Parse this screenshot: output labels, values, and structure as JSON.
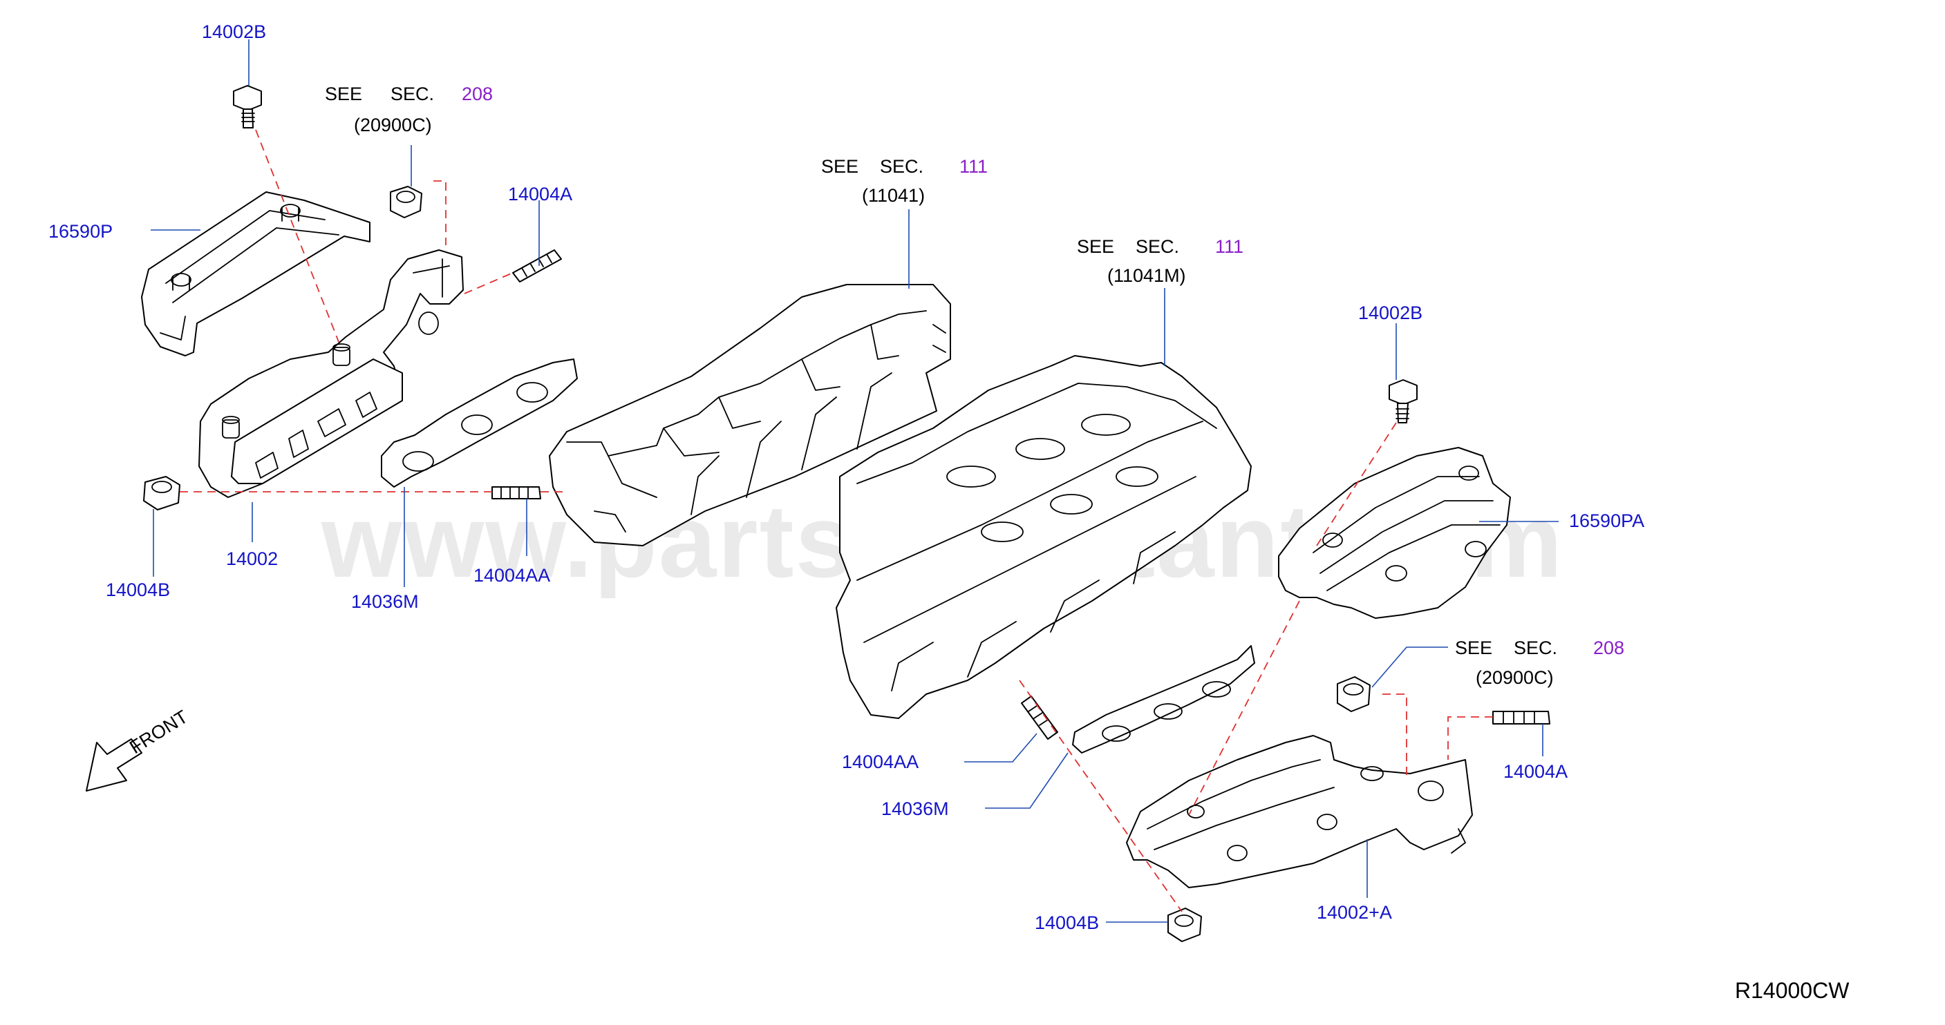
{
  "diagram_code": "R14000CW",
  "watermark": "www.partsassistant.com",
  "front_label": "FRONT",
  "colors": {
    "part_number": "#1414c8",
    "section_number": "#8a1ec8",
    "dashed_line": "#e03030",
    "leader_line": "#1e4bb0"
  },
  "part_labels": [
    "14002B",
    "16590P",
    "14004A",
    "14004B",
    "14002",
    "14036M",
    "14004AA",
    "14002B",
    "16590PA",
    "14004AA",
    "14036M",
    "14004A",
    "14004B",
    "14002+A"
  ],
  "section_refs": [
    {
      "see": "SEE",
      "sec": "SEC.",
      "number": "208",
      "code": "(20900C)"
    },
    {
      "see": "SEE",
      "sec": "SEC.",
      "number": "111",
      "code": "(11041)"
    },
    {
      "see": "SEE",
      "sec": "SEC.",
      "number": "111",
      "code": "(11041M)"
    },
    {
      "see": "SEE",
      "sec": "SEC.",
      "number": "208",
      "code": "(20900C)"
    }
  ]
}
